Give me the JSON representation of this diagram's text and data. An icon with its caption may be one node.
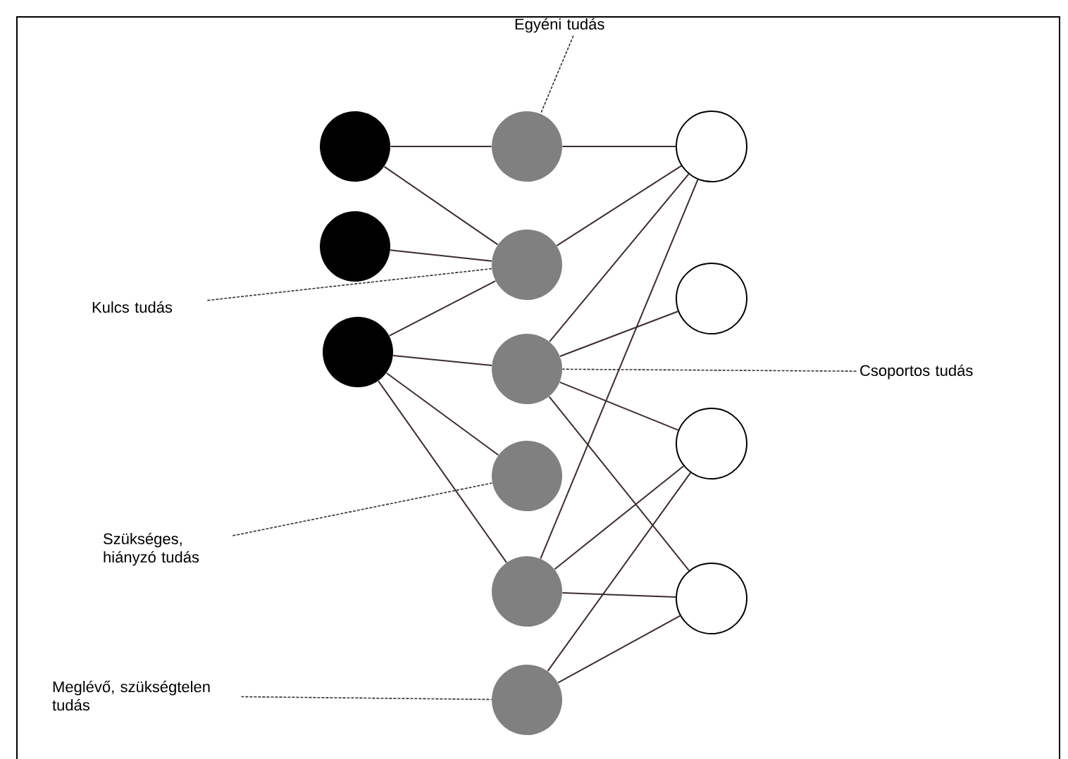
{
  "diagram": {
    "nodes": [
      {
        "text": [],
        "shape": "circle"
      },
      {
        "text": [],
        "shape": "circle"
      },
      {
        "text": [],
        "shape": "circle"
      },
      {
        "text": [],
        "shape": "circle"
      },
      {
        "text": [],
        "shape": "circle"
      },
      {
        "text": [],
        "shape": "circle"
      },
      {
        "text": [],
        "shape": "circle"
      },
      {
        "text": [],
        "shape": "circle"
      },
      {
        "text": [],
        "shape": "circle"
      },
      {
        "text": [],
        "shape": "circle"
      },
      {
        "text": [],
        "shape": "circle"
      },
      {
        "text": [],
        "shape": "circle"
      },
      {
        "text": [],
        "shape": "circle"
      },
      {
        "text": [
          "Egyéni tudás"
        ]
      },
      {
        "text": [
          "Kulcs tudás"
        ]
      },
      {
        "text": [
          "Csoportos tudás"
        ]
      },
      {
        "text": [
          "Szükséges, hiányzó tudás"
        ]
      },
      {
        "text": [
          "Meglévő, szükségtelen tudás"
        ]
      }
    ],
    "edges": [
      {
        "from": 0,
        "to": 3,
        "arrow": "none"
      },
      {
        "from": 0,
        "to": 4,
        "arrow": "none"
      },
      {
        "from": 1,
        "to": 4,
        "arrow": "none"
      },
      {
        "from": 2,
        "to": 4,
        "arrow": "none"
      },
      {
        "from": 2,
        "to": 5,
        "arrow": "none"
      },
      {
        "from": 2,
        "to": 6,
        "arrow": "none"
      },
      {
        "from": 2,
        "to": 7,
        "arrow": "none"
      },
      {
        "from": 3,
        "to": 9,
        "arrow": "none"
      },
      {
        "from": 4,
        "to": 9,
        "arrow": "none"
      },
      {
        "from": 5,
        "to": 9,
        "arrow": "none"
      },
      {
        "from": 7,
        "to": 9,
        "arrow": "none"
      },
      {
        "from": 5,
        "to": 10,
        "arrow": "none"
      },
      {
        "from": 5,
        "to": 11,
        "arrow": "none"
      },
      {
        "from": 5,
        "to": 12,
        "arrow": "none"
      },
      {
        "from": 7,
        "to": 11,
        "arrow": "none"
      },
      {
        "from": 7,
        "to": 12,
        "arrow": "none"
      },
      {
        "from": 8,
        "to": 11,
        "arrow": "none"
      },
      {
        "from": 8,
        "to": 12,
        "arrow": "none"
      },
      {
        "from": 13,
        "to": 3,
        "arrow": "none",
        "style": "dashed"
      },
      {
        "from": 14,
        "to": 4,
        "arrow": "none",
        "style": "dashed"
      },
      {
        "from": 15,
        "to": 5,
        "arrow": "none",
        "style": "dashed"
      },
      {
        "from": 16,
        "to": 6,
        "arrow": "none",
        "style": "dashed"
      },
      {
        "from": 17,
        "to": 8,
        "arrow": "none",
        "style": "dashed"
      }
    ]
  }
}
